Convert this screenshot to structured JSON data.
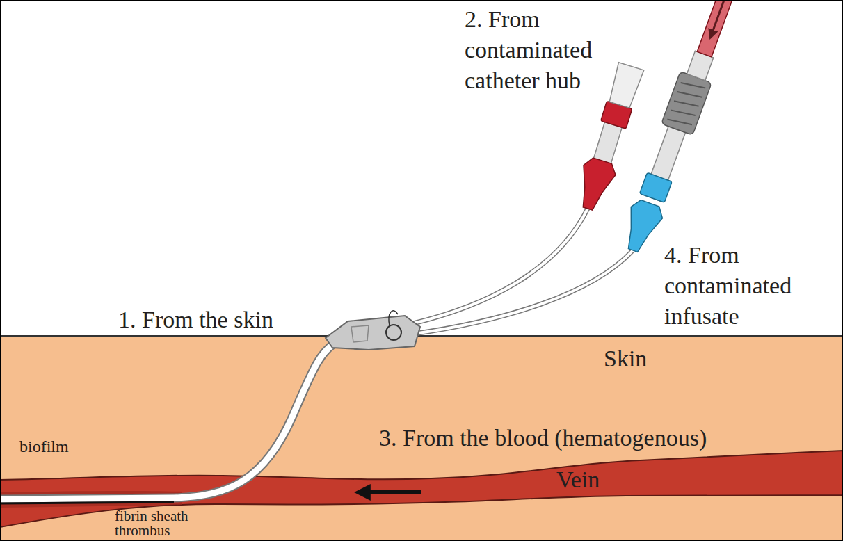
{
  "diagram": {
    "labels": [
      "2. From contaminated catheter hub",
      "4. From contaminated infusate",
      "1. From the skin",
      "Skin",
      "biofilm",
      "3. From the blood (hematogenous)",
      "Vein",
      "fibrin sheath thrombus"
    ]
  }
}
